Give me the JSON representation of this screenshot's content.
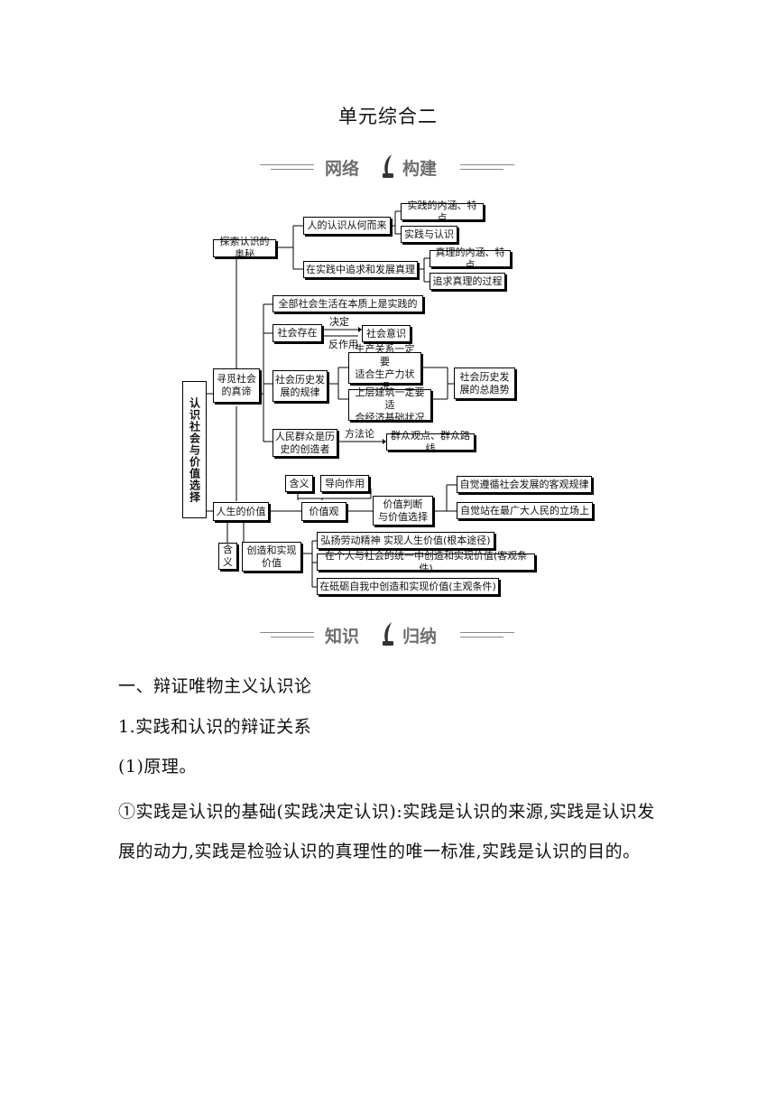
{
  "title": "单元综合二",
  "banner1": {
    "left": "网络",
    "right": "构建"
  },
  "banner2": {
    "left": "知识",
    "right": "归纳"
  },
  "mindmap": {
    "root": "认识社会与价值选择",
    "explore": "探索认识的奥秘",
    "where_from": "人的认识从何而来",
    "meaning_traits": "实践的内涵、特点",
    "practice_cognition": "实践与认识",
    "pursue_truth": "在实践中追求和发展真理",
    "truth_meaning": "真理的内涵、特点",
    "truth_process": "追求真理的过程",
    "seek_truth": "寻觅社会\n的真谛",
    "social_life": "全部社会生活在本质上是实践的",
    "social_existence": "社会存在",
    "decide": "决定",
    "react": "反作用",
    "social_consciousness": "社会意识",
    "history_law": "社会历史发\n展的规律",
    "relation_production": "生产关系一定要\n适合生产力状况",
    "superstructure": "上层建筑一定要适\n合经济基础状况",
    "general_trend": "社会历史发\n展的总趋势",
    "masses": "人民群众是历\n史的创造者",
    "methodology": "方法论",
    "mass_view": "群众观点、群众路线",
    "life_value": "人生的价值",
    "meaning1": "含义",
    "guiding_role": "导向作用",
    "value_view": "价值观",
    "value_judgment": "价值判断\n与价值选择",
    "follow_law": "自觉遵循社会发展的客观规律",
    "people_stand": "自觉站在最广大人民的立场上",
    "meaning2": "含\n义",
    "create_value": "创造和实现\n价值",
    "labor_spirit": "弘扬劳动精神  实现人生价值(根本途径)",
    "unity": "在个人与社会的统一中创造和实现价值(客观条件)",
    "self_hone": "在砥砺自我中创造和实现价值(主观条件)"
  },
  "content": {
    "heading1": "一、辩证唯物主义认识论",
    "heading2": "1.实践和认识的辩证关系",
    "heading3": "(1)原理。",
    "para1": "①实践是认识的基础(实践决定认识):实践是认识的来源,实践是认识发展的动力,实践是检验认识的真理性的唯一标准,实践是认识的目的。"
  }
}
